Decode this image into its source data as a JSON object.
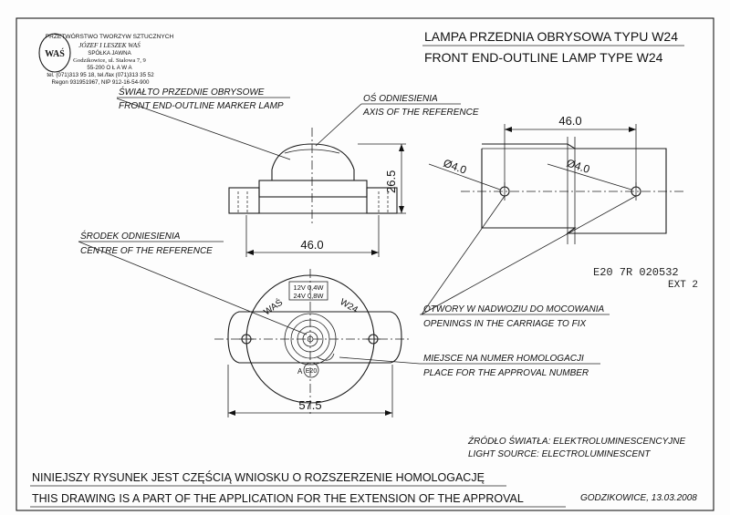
{
  "company": {
    "logo_text": "WAŚ",
    "line1": "PRZETWÓRSTWO TWORZYW SZTUCZNYCH",
    "line2": "JÓZEF I LESZEK WAŚ",
    "line3": "SPÓŁKA JAWNA",
    "line4": "Godzikowice, ul. Stalowa 7, 9",
    "line5": "55-200 O Ł A W A",
    "line6": "tel. (071)313 95 18, tel./fax (071)313 35 52",
    "line7": "Regon 931951967, NIP 912-16-54-900"
  },
  "title": {
    "pl": "LAMPA PRZEDNIA OBRYSOWA TYPU W24",
    "en": "FRONT END-OUTLINE LAMP TYPE W24"
  },
  "labels": {
    "lamp_pl": "ŚWIAŁTO PRZEDNIE OBRYSOWE",
    "lamp_en": "FRONT END-OUTLINE MARKER LAMP",
    "axis_pl": "OŚ ODNIESIENIA",
    "axis_en": "AXIS OF THE REFERENCE",
    "centre_pl": "ŚRODEK ODNIESIENIA",
    "centre_en": "CENTRE OF THE REFERENCE",
    "holes_pl": "OTWORY W NADWOZIU DO MOCOWANIA",
    "holes_en": "OPENINGS IN THE CARRIAGE TO FIX",
    "approval_pl": "MIEJSCE NA NUMER HOMOLOGACJI",
    "approval_en": "PLACE FOR THE APPROVAL NUMBER",
    "source_pl": "ŹRÓDŁO ŚWIATŁA: ELEKTROLUMINESCENCYJNE",
    "source_en": "LIGHT SOURCE: ELECTROLUMINESCENT"
  },
  "dimensions": {
    "height": "26.5",
    "width_side": "46.0",
    "width_bottom": "57.5",
    "hole_spacing": "46.0",
    "hole_left": "Ø4.0",
    "hole_right": "Ø4.0"
  },
  "lamp_markings": {
    "brand": "WAŚ",
    "type": "W24",
    "rating1": "12V 0,4W",
    "rating2": "24V 0,8W",
    "approval_a": "A",
    "approval_e": "E20"
  },
  "stamp": {
    "line1": "E20  7R  020532",
    "line2": "EXT 2"
  },
  "footer": {
    "pl": "NINIEJSZY RYSUNEK JEST CZĘŚCIĄ WNIOSKU O ROZSZERZENIE HOMOLOGACJĘ",
    "en": "THIS DRAWING IS A PART OF THE APPLICATION FOR THE EXTENSION OF THE APPROVAL",
    "place_date": "GODZIKOWICE, 13.03.2008"
  }
}
